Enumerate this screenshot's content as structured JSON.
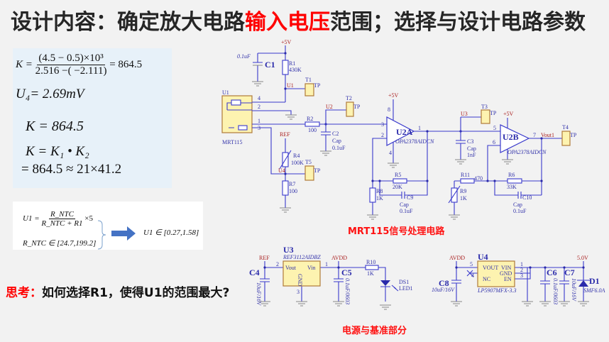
{
  "title": {
    "part1": "设计内容：确定放大电路",
    "highlight": "输入电压",
    "part2": "范围；选择与设计电路参数"
  },
  "colors": {
    "highlight": "#ff0000",
    "formula_box": "#e7f1f9",
    "wire": "#3a3acc",
    "caption": "#ff1111"
  },
  "formulas": {
    "k_lhs": "K =",
    "k_num": "(4.5 − 0.5)×10³",
    "k_den": "2.516 −( −2.111)",
    "k_result": "= 864.5",
    "u4": "U₄= 2.69mV",
    "k_value": "K = 864.5",
    "k_product": "K = K₁ • K₂",
    "k_approx": "= 864.5 ≈ 21×41.2"
  },
  "u1_box": {
    "lhs": "U1 =",
    "num": "R_NTC",
    "den": "R_NTC + R1",
    "times": "×5",
    "range_rntc": "R_NTC ∈ [24.7,199.2]",
    "result": "U1 ∈ [0.27,1.58]",
    "arrow_icon": "right-arrow"
  },
  "question": {
    "prefix": "思考：",
    "text": "如何选择R1，使得U1的范围最大?"
  },
  "signal_circuit": {
    "caption": "MRT115信号处理电路",
    "vcc": "+5V",
    "ref": "REF",
    "c1": {
      "name": "C1",
      "value": "0.1uF"
    },
    "r1": {
      "name": "R1",
      "value": "430K"
    },
    "u1": {
      "name": "U1",
      "part": "MRT115",
      "pins": [
        "4",
        "2",
        "1",
        "3"
      ]
    },
    "nets": {
      "u1": "U1",
      "u2": "U2",
      "u3": "U3",
      "u4": "U4",
      "vout": "Vout1"
    },
    "testpoints": [
      {
        "name": "T1",
        "label": "TP"
      },
      {
        "name": "T2",
        "label": "TP"
      },
      {
        "name": "T3",
        "label": "TP"
      },
      {
        "name": "T4",
        "label": "TP"
      },
      {
        "name": "T5",
        "label": "TP"
      }
    ],
    "r2": {
      "name": "R2",
      "value": "100"
    },
    "c2": {
      "name": "C2",
      "type": "Cap",
      "value": "0.1uF"
    },
    "r4": {
      "name": "R4",
      "value": "100K"
    },
    "r7": {
      "name": "R7",
      "value": "100"
    },
    "u2a": {
      "name": "U2A",
      "part": "OPA2378AIDCN",
      "pins": [
        "3",
        "2",
        "1",
        "8",
        "4"
      ]
    },
    "r5": {
      "name": "R5",
      "value": "20K"
    },
    "r8": {
      "name": "R8",
      "value": "1K"
    },
    "c9": {
      "name": "C9",
      "type": "Cap",
      "value": "0.1uF"
    },
    "c3": {
      "name": "C3",
      "type": "Cap",
      "value": "1nF"
    },
    "u2b": {
      "name": "U2B",
      "part": "OPA2378AIDCN",
      "pins": [
        "5",
        "6",
        "7"
      ]
    },
    "r11": {
      "name": "R11",
      "value": "470"
    },
    "r9": {
      "name": "R9",
      "value": "1K"
    },
    "r6": {
      "name": "R6",
      "value": "33K"
    },
    "c10": {
      "name": "C10",
      "type": "Cap",
      "value": "0.1uF"
    }
  },
  "power_circuit": {
    "caption": "电源与基准部分",
    "ref": "REF",
    "avdd": "AVDD",
    "v50": "5.0V",
    "c4": {
      "name": "C4",
      "value": "10uF/16V"
    },
    "u3": {
      "name": "U3",
      "part": "REF3112AIDBZ",
      "vout": "Vout",
      "vin": "Vin",
      "gnd": "GND",
      "pins": [
        "2",
        "1",
        "3"
      ]
    },
    "c5": {
      "name": "C5",
      "value": "0.1uF/0603"
    },
    "r10": {
      "name": "R10",
      "value": "1K"
    },
    "ds1": {
      "name": "DS1",
      "value": "LED1"
    },
    "c8": {
      "name": "C8",
      "value": "10uF/16V"
    },
    "u4": {
      "name": "U4",
      "part": "LP5907MFX-3.3",
      "vout": "VOUT",
      "vin": "VIN",
      "gnd": "GND",
      "nc": "NC",
      "en": "EN",
      "pins": [
        "5",
        "4",
        "1",
        "2",
        "3"
      ]
    },
    "c6": {
      "name": "C6",
      "value": "0.1uF/0603"
    },
    "c7": {
      "name": "C7",
      "value": "10uF/16V"
    },
    "d1": {
      "name": "D1",
      "value": "SMF6.0A"
    }
  }
}
